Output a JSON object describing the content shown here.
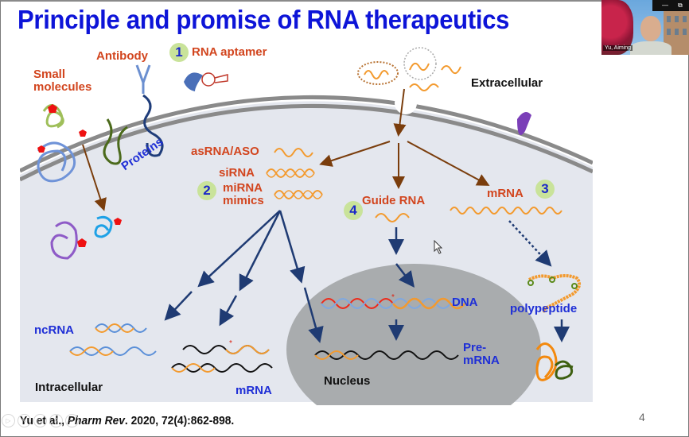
{
  "slide": {
    "title": "Principle and promise of RNA therapeutics",
    "slide_number": "4",
    "citation": {
      "authors": "Yu et al., ",
      "journal": "Pharm Rev",
      "rest": ". 2020, 72(4):862-898."
    }
  },
  "labels": {
    "small_molecules_1": "Small",
    "small_molecules_2": "molecules",
    "antibody": "Antibody",
    "rna_aptamer": "RNA aptamer",
    "proteins": "Proteins",
    "extracellular": "Extracellular",
    "intracellular": "Intracellular",
    "asrna_aso": "asRNA/ASO",
    "sirna": "siRNA",
    "mirna_1": "miRNA",
    "mirna_2": "mimics",
    "guide_rna": "Guide RNA",
    "mrna_top": "mRNA",
    "ncrna": "ncRNA",
    "mrna_bottom": "mRNA",
    "dna": "DNA",
    "pre_mrna_1": "Pre-",
    "pre_mrna_2": "mRNA",
    "nucleus": "Nucleus",
    "polypeptide": "polypeptide"
  },
  "badges": {
    "b1": "1",
    "b2": "2",
    "b3": "3",
    "b4": "4"
  },
  "video": {
    "participant_name": "Yu, Aiming",
    "minimize": "—",
    "restore": "⧉"
  },
  "presentation_controls": [
    {
      "icon": "play-icon",
      "glyph": "▷"
    },
    {
      "icon": "pen-icon",
      "glyph": "✎"
    },
    {
      "icon": "slides-icon",
      "glyph": "▢"
    },
    {
      "icon": "zoom-icon",
      "glyph": "⚲"
    },
    {
      "icon": "more-icon",
      "glyph": "⋯"
    }
  ],
  "colors": {
    "title": "#0d14d8",
    "label_red": "#d2451e",
    "label_blue": "#1f2fd6",
    "cell_interior": "#e4e7ee",
    "nucleus": "#a9acae",
    "membrane": "#8a8a8a",
    "rna_orange": "#f39a2e",
    "arrow_brown": "#7a3d0c",
    "arrow_navy": "#1f3b73",
    "badge_bg": "#c9e39a"
  }
}
